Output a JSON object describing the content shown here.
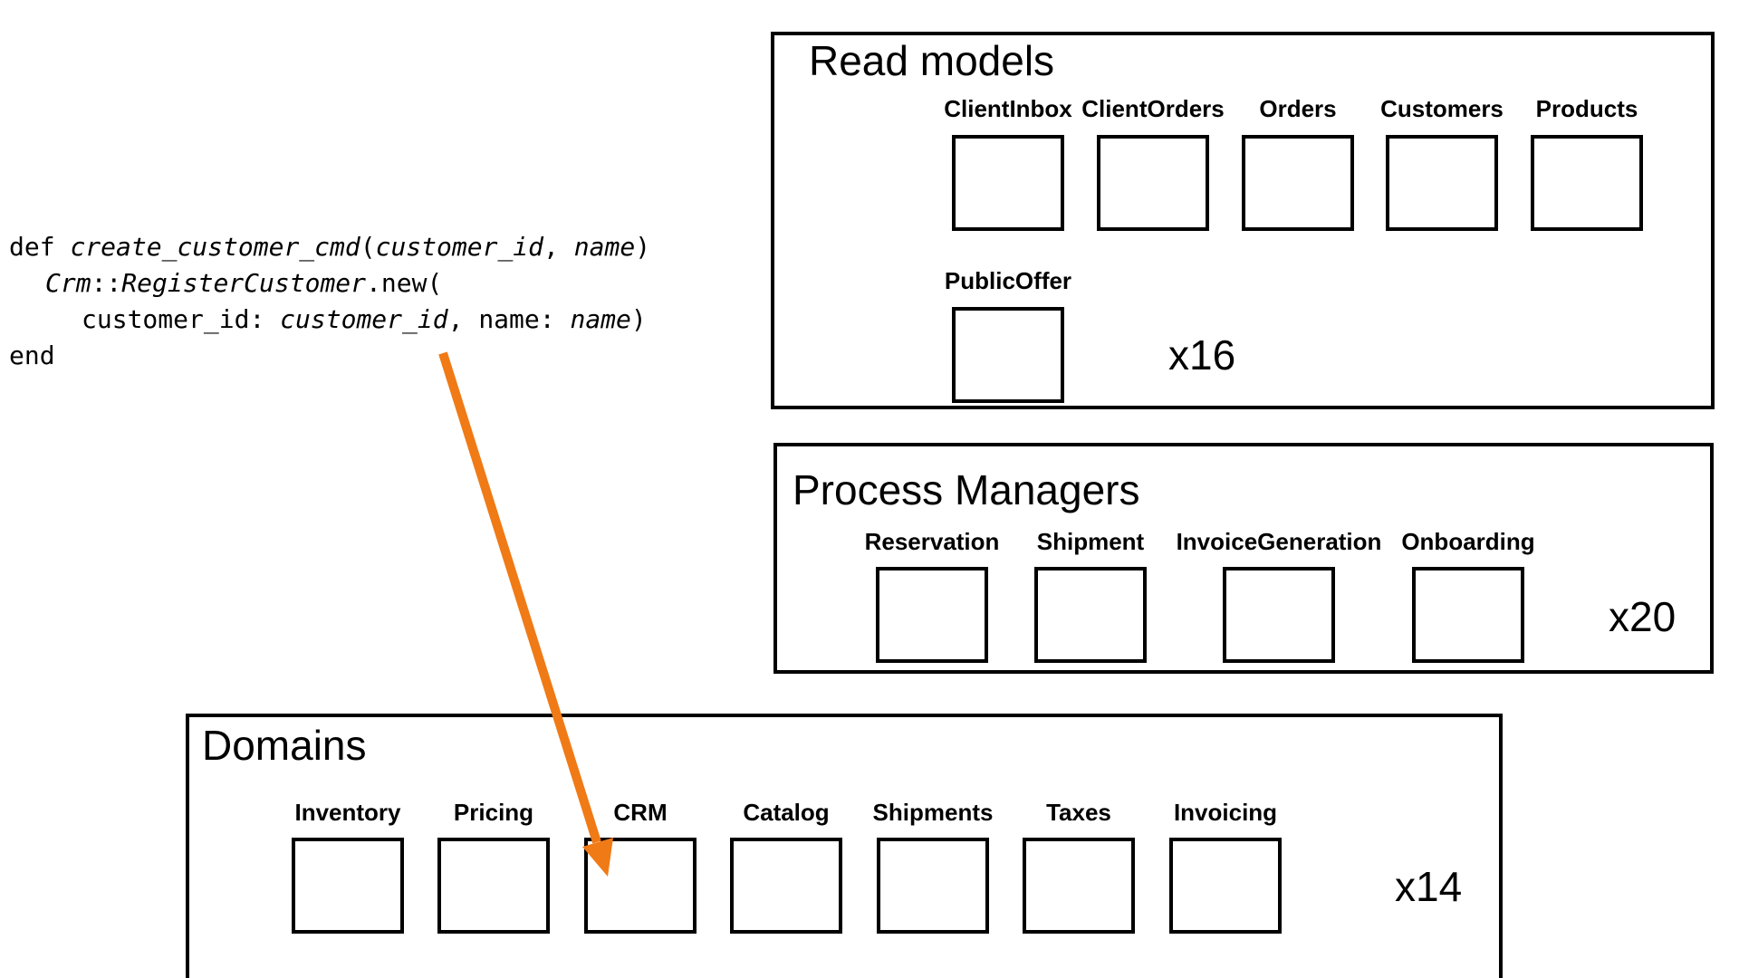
{
  "code": {
    "line1": {
      "kw_def": "def",
      "fn_name": "create_customer_cmd",
      "open_paren": "(",
      "arg1": "customer_id",
      "comma": ", ",
      "arg2": "name",
      "close_paren": ")"
    },
    "line2": {
      "module": "Crm",
      "sep": "::",
      "klass": "RegisterCustomer",
      "method": ".new("
    },
    "line3": {
      "key1": "customer_id",
      "colon1": ": ",
      "val1": "customer_id",
      "comma": ", ",
      "key2": "name",
      "colon2": ": ",
      "val2": "name",
      "close_paren": ")"
    },
    "line4": {
      "kw_end": "end"
    }
  },
  "read_models": {
    "title": "Read models",
    "items": [
      "ClientInbox",
      "ClientOrders",
      "Orders",
      "Customers",
      "Products",
      "PublicOffer"
    ],
    "count": "x16"
  },
  "process_managers": {
    "title": "Process Managers",
    "items": [
      "Reservation",
      "Shipment",
      "InvoiceGeneration",
      "Onboarding"
    ],
    "count": "x20"
  },
  "domains": {
    "title": "Domains",
    "items": [
      "Inventory",
      "Pricing",
      "CRM",
      "Catalog",
      "Shipments",
      "Taxes",
      "Invoicing"
    ],
    "count": "x14"
  },
  "colors": {
    "arrow": "#f07a16",
    "keyword": "#1f3fa6",
    "function": "#2a55c8",
    "class": "#8e2a8a",
    "argument": "#b57215"
  }
}
